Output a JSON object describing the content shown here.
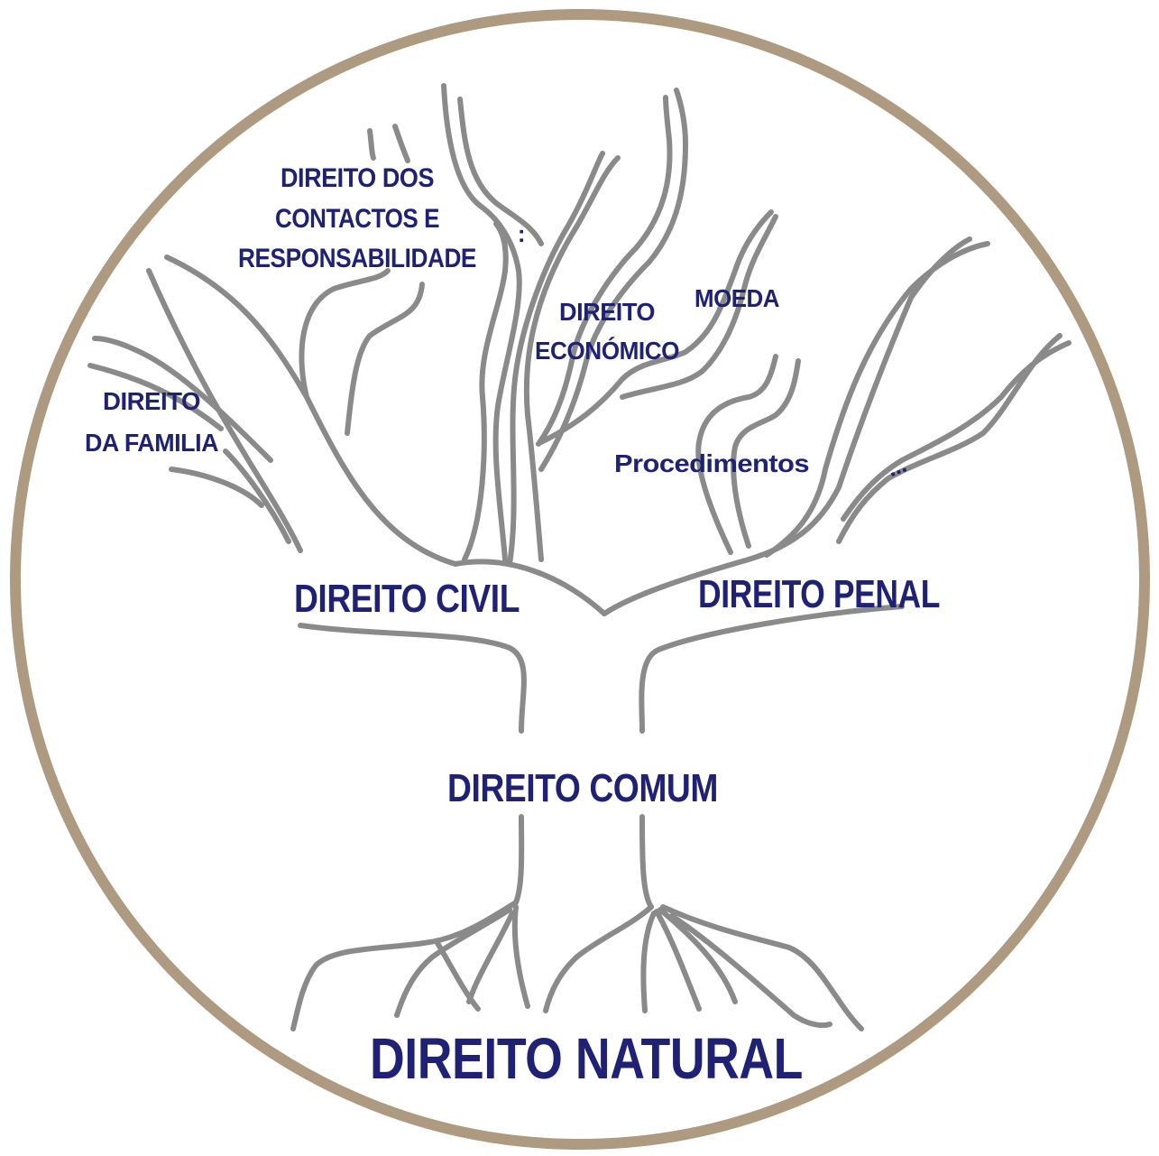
{
  "colors": {
    "ring": "#ad9a81",
    "branch": "#8a8a8a",
    "label": "#1f2274",
    "background": "#ffffff"
  },
  "labels": {
    "root": "DIREITO NATURAL",
    "trunk": "DIREITO COMUM",
    "civil": "DIREITO CIVIL",
    "penal": "DIREITO PENAL",
    "contracts_line1": "DIREITO DOS",
    "contracts_line2": "CONTACTOS E",
    "contracts_line3": "RESPONSABILIDADE",
    "family_line1": "DIREITO",
    "family_line2": "DA FAMILIA",
    "economic_line1": "DIREITO",
    "economic_line2": "ECONÓMICO",
    "currency": "MOEDA",
    "procedures": "Procedimentos",
    "ellipsis_small": ":",
    "ellipsis_right": "..."
  }
}
